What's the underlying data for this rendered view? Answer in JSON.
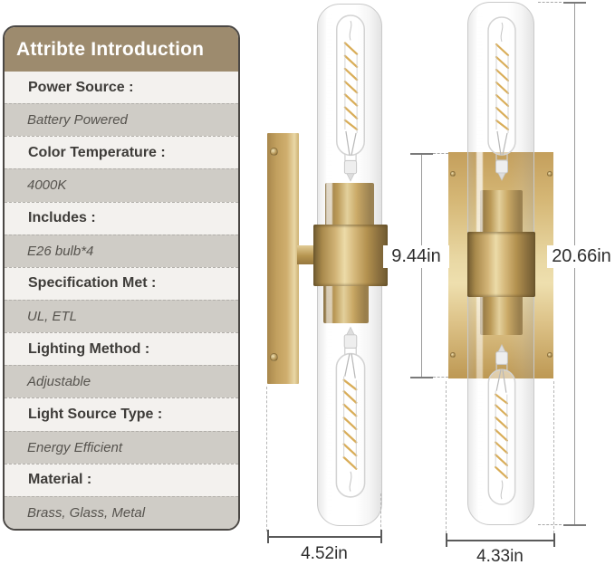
{
  "table": {
    "title": "Attribte Introduction",
    "rows": [
      {
        "label": "Power Source :",
        "value": "Battery Powered"
      },
      {
        "label": "Color Temperature :",
        "value": "4000K"
      },
      {
        "label": "Includes :",
        "value": "E26 bulb*4"
      },
      {
        "label": "Specification Met :",
        "value": "UL, ETL"
      },
      {
        "label": "Lighting Method :",
        "value": "Adjustable"
      },
      {
        "label": "Light Source Type :",
        "value": "Energy Efficient"
      },
      {
        "label": "Material :",
        "value": "Brass, Glass, Metal"
      }
    ]
  },
  "dimensions": {
    "backplate_height": "9.44in",
    "total_height": "20.66in",
    "side_view_width": "4.52in",
    "front_view_width": "4.33in"
  },
  "colors": {
    "header-bg": "#9d8b6e",
    "label-row-bg": "#f3f1ee",
    "value-row-bg": "#cfccc6",
    "table-border": "#4a4744",
    "label-text": "#3e3c39",
    "value-text": "#56534e",
    "dim-line": "#9a9a9a",
    "dim-strong": "#5a5a5a",
    "dim-text": "#2e2e2e",
    "filament": "#d9ad58",
    "glass-border": "#c9c9c9"
  }
}
